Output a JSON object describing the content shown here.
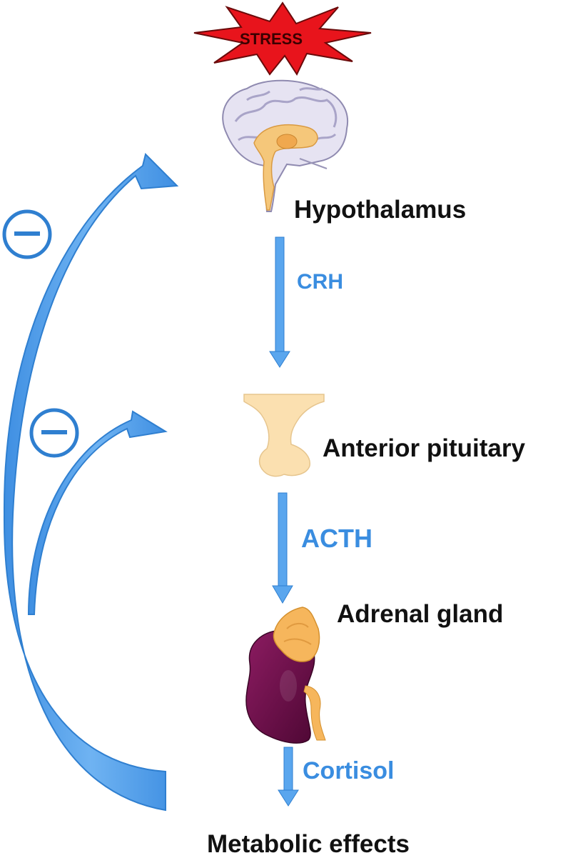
{
  "stress": {
    "label": "STRESS",
    "fill": "#e8141c",
    "outline": "#6a0a0a",
    "text_color": "#3a0000"
  },
  "organs": {
    "hypothalamus": "Hypothalamus",
    "anterior_pituitary": "Anterior pituitary",
    "adrenal_gland": "Adrenal gland",
    "metabolic_effects": "Metabolic effects"
  },
  "hormones": {
    "crh": "CRH",
    "acth": "ACTH",
    "cortisol": "Cortisol"
  },
  "feedback": {
    "symbol": "−",
    "meaning": "negative feedback"
  },
  "colors": {
    "accent_blue": "#3a8de0",
    "arrow_fill": "#5aa6ee",
    "arrow_stroke": "#2f7fd0",
    "label_text": "#111111",
    "brain": "#e6e3f2",
    "brain_inner": "#f5c77a",
    "pituitary": "#fbe0b0",
    "kidney": "#6e0e4a",
    "adrenal": "#f6b65c"
  },
  "icons": [
    "brain-icon",
    "pituitary-icon",
    "adrenal-kidney-icon",
    "stress-burst-icon"
  ]
}
